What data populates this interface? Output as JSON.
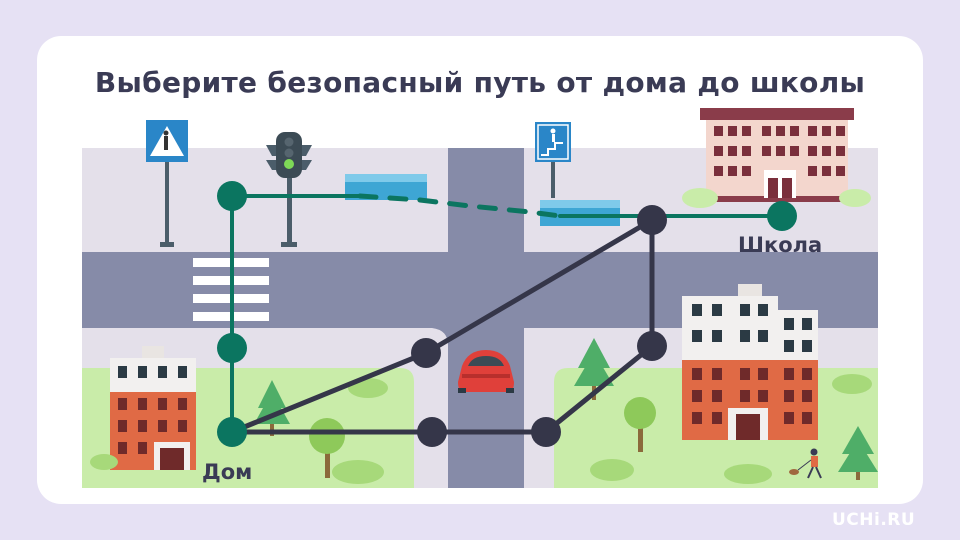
{
  "title": "Выберите безопасный путь от дома до школы",
  "labels": {
    "school": "Школа",
    "home": "Дом"
  },
  "brand": "UCHi.RU",
  "icons": [
    "crosswalk-sign-icon",
    "traffic-light-icon",
    "underpass-sign-icon",
    "car-icon",
    "dog-walker-icon",
    "tree-icon"
  ],
  "colors": {
    "background": "#e6e1f4",
    "safe_route": "#0b7560",
    "unsafe_route": "#353649",
    "road": "#868ba8",
    "grass": "#c9eca9",
    "sidewalk": "#e4e0ea"
  }
}
